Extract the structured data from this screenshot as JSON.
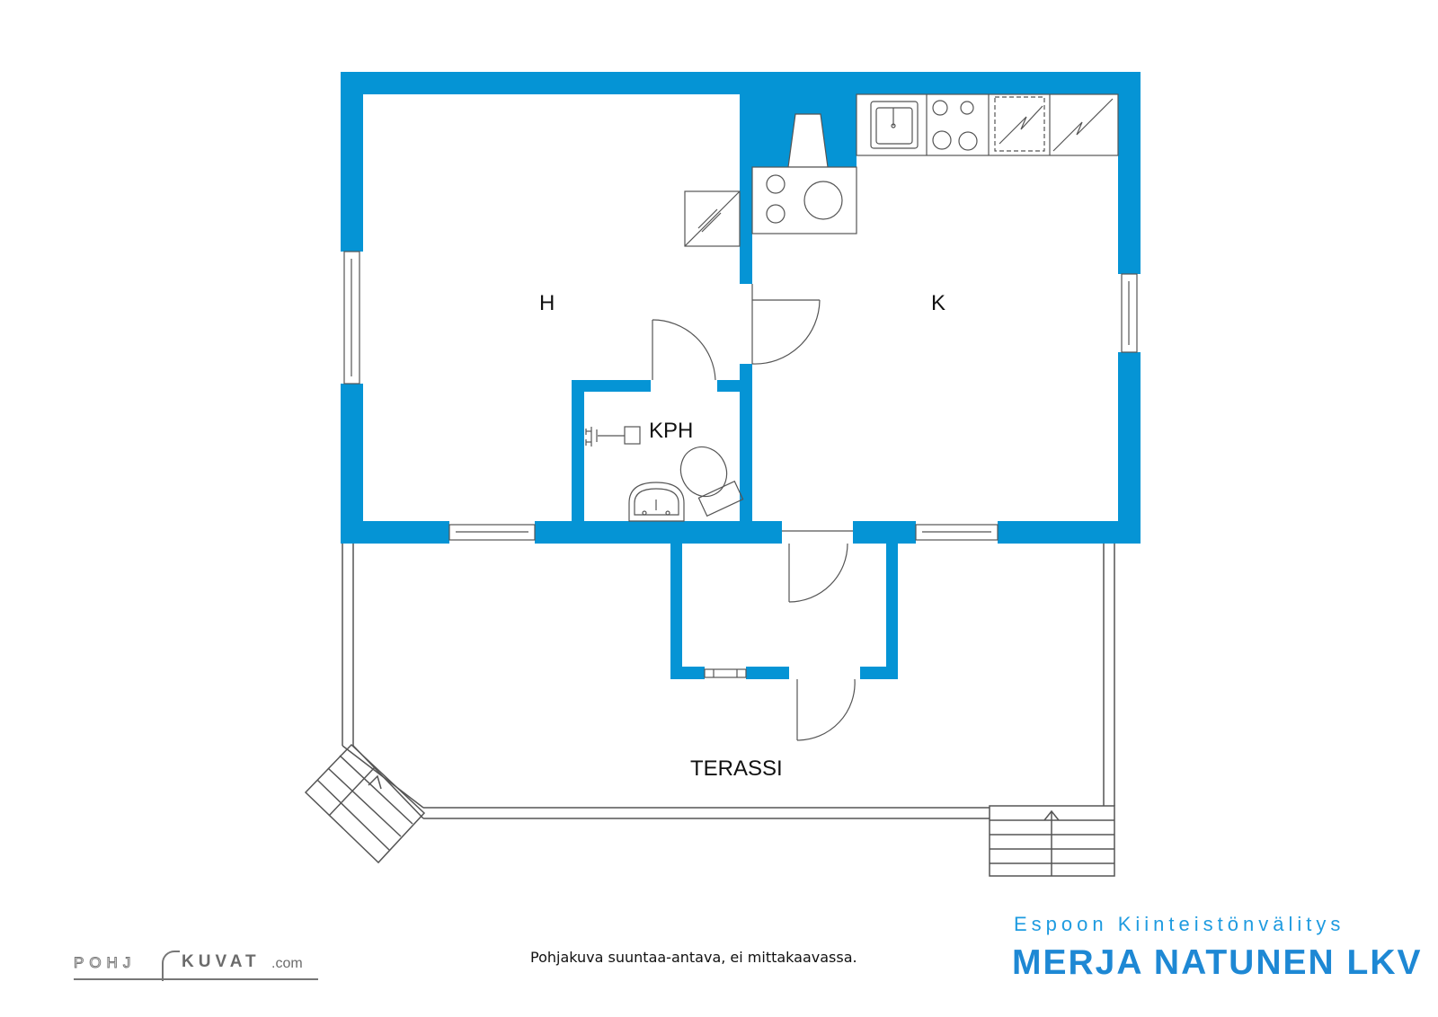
{
  "rooms": {
    "h": "H",
    "k": "K",
    "kph": "KPH",
    "terassi": "TERASSI"
  },
  "footer": {
    "disclaimer": "Pohjakuva suuntaa-antava, ei mittakaavassa.",
    "brand_subtitle": "Espoon Kiinteistönvälitys",
    "brand_title": "MERJA NATUNEN LKV",
    "logo_part1": "POHJ",
    "logo_part2": "KUVAT",
    "logo_part3": ".com"
  },
  "colors": {
    "wall": "#0594d5",
    "line": "#555555",
    "brand": "#1e88d4"
  }
}
